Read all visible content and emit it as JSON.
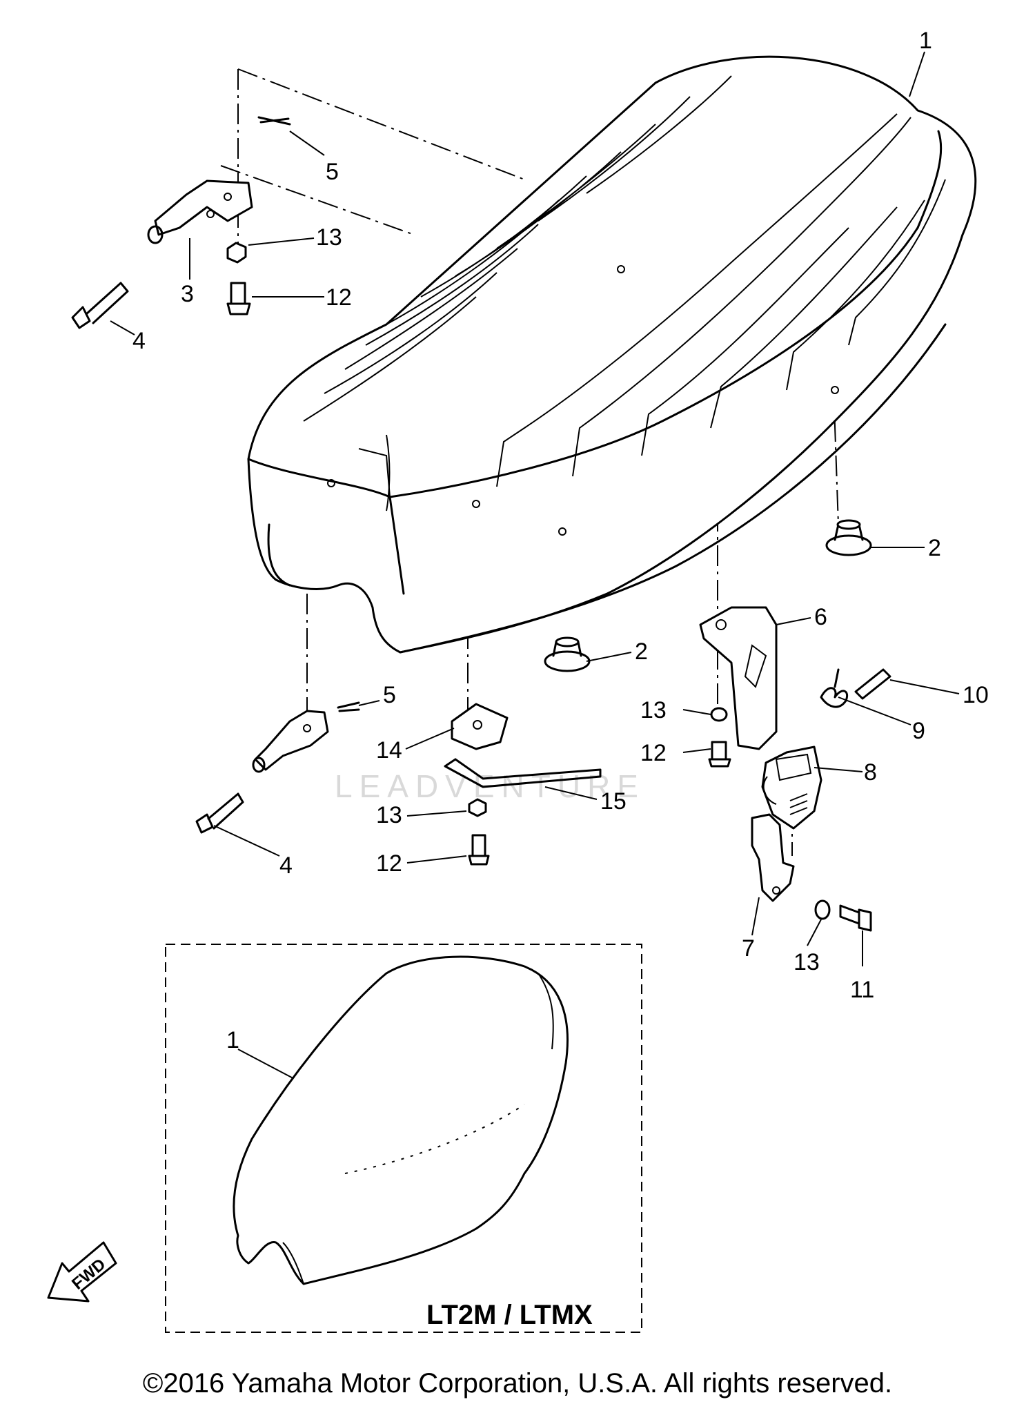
{
  "callouts": {
    "c1_main": "1",
    "c5_top": "5",
    "c13_top": "13",
    "c3": "3",
    "c12_top": "12",
    "c4_top": "4",
    "c2_right": "2",
    "c6": "6",
    "c2_mid": "2",
    "c10": "10",
    "c5_mid": "5",
    "c13_mid": "13",
    "c9": "9",
    "c12_mid": "12",
    "c14": "14",
    "c8": "8",
    "c15": "15",
    "c13_low": "13",
    "c4_low": "4",
    "c12_low": "12",
    "c7": "7",
    "c13_right": "13",
    "c11": "11",
    "c1_inset": "1"
  },
  "inset": {
    "model_label": "LT2M / LTMX"
  },
  "fwd_arrow": {
    "label": "FWD"
  },
  "watermark": {
    "text": "LEADVENTURE"
  },
  "footer": {
    "copyright": "©2016 Yamaha Motor Corporation, U.S.A. All rights reserved."
  }
}
